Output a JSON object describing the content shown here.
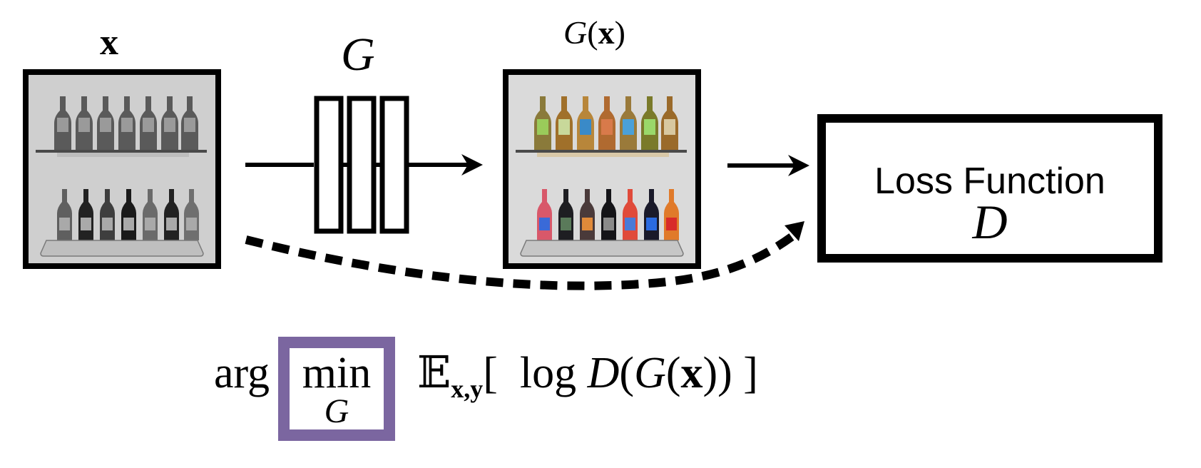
{
  "diagram": {
    "input": {
      "label": "x",
      "image": "grayscale photo of bottles on two glass shelves"
    },
    "generator": {
      "label": "G",
      "blocks": 3
    },
    "output": {
      "label": "G(x)",
      "image": "colorized photo of bottles on two glass shelves"
    },
    "loss": {
      "title": "Loss Function",
      "symbol": "D"
    },
    "formula": {
      "prefix": "arg",
      "operator": "min",
      "operator_sub": "G",
      "expectation": "𝔼",
      "expectation_sub": "x,y",
      "body": "[  log D(G(x)) ]"
    },
    "colors": {
      "highlight": "#7b66a0",
      "stroke": "#000000",
      "background": "#ffffff"
    }
  }
}
